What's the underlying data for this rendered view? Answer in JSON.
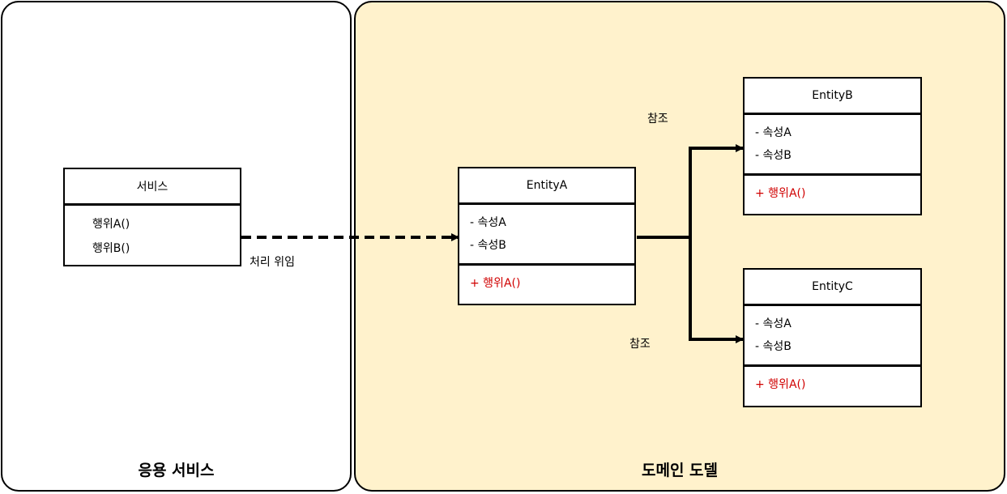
{
  "regions": {
    "application_service": {
      "title": "응용 서비스"
    },
    "domain_model": {
      "title": "도메인 도델"
    }
  },
  "service_box": {
    "title": "서비스",
    "methods": [
      "행위A()",
      "행위B()"
    ]
  },
  "entity_a": {
    "title": "EntityA",
    "attributes": [
      "- 속성A",
      "- 속성B"
    ],
    "method": "+ 행위A()"
  },
  "entity_b": {
    "title": "EntityB",
    "attributes": [
      "- 속성A",
      "- 속성B"
    ],
    "method": "+ 행위A()"
  },
  "entity_c": {
    "title": "EntityC",
    "attributes": [
      "- 속성A",
      "- 속성B"
    ],
    "method": "+ 행위A()"
  },
  "edges": {
    "delegate_label": "처리 위임",
    "reference_top_label": "참조",
    "reference_bottom_label": "참조"
  },
  "colors": {
    "domain_background": "#fff2cc",
    "method_text": "#d00000"
  }
}
